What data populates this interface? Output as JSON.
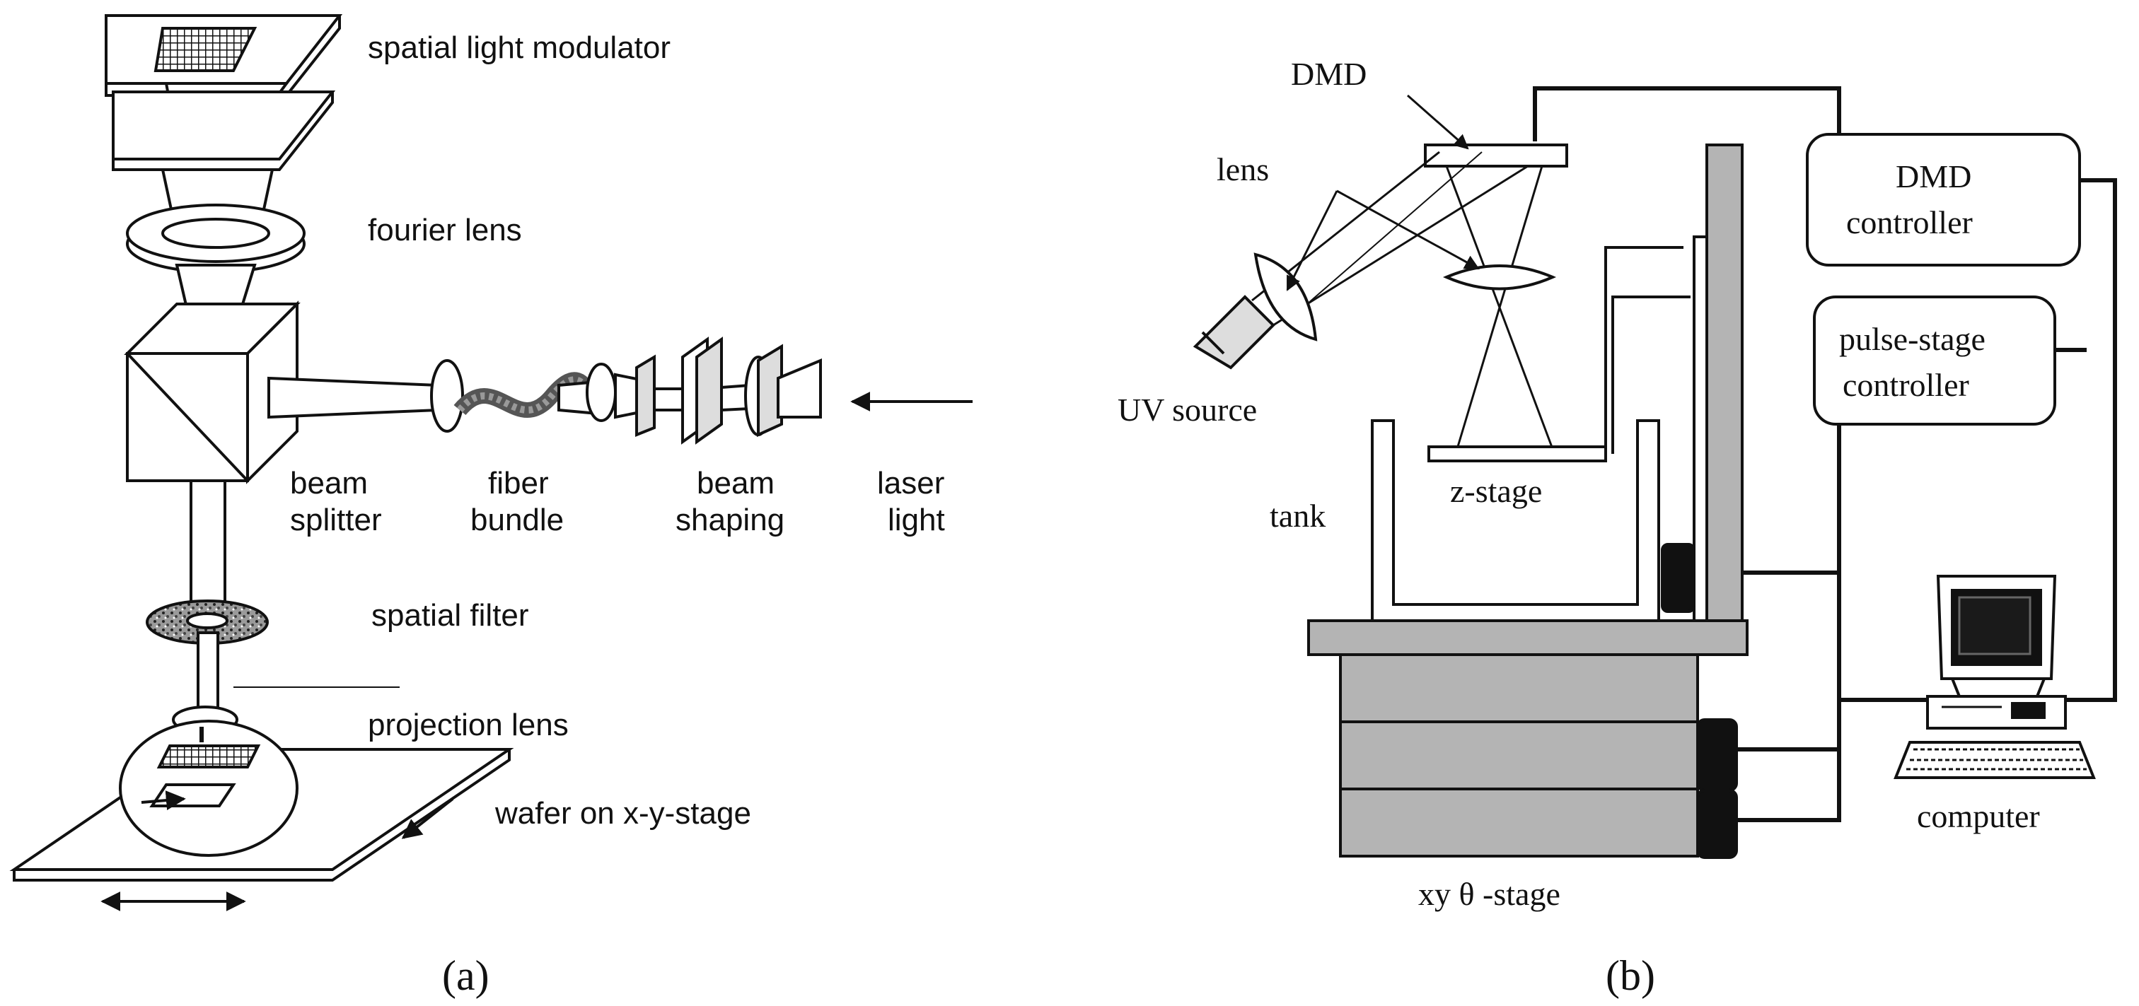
{
  "panel_a": {
    "caption": "(a)",
    "labels": {
      "spatial_light_modulator": "spatial light modulator",
      "fourier_lens": "fourier lens",
      "beam_splitter_1": "beam",
      "beam_splitter_2": "splitter",
      "fiber_bundle_1": "fiber",
      "fiber_bundle_2": "bundle",
      "beam_shaping_1": "beam",
      "beam_shaping_2": "shaping",
      "laser_light_1": "laser",
      "laser_light_2": "light",
      "spatial_filter": "spatial filter",
      "projection_lens": "projection lens",
      "wafer_stage": "wafer on x-y-stage"
    }
  },
  "panel_b": {
    "caption": "(b)",
    "labels": {
      "dmd": "DMD",
      "lens": "lens",
      "uv_source": "UV source",
      "z_stage": "z-stage",
      "tank": "tank",
      "xy_stage": "xy θ -stage",
      "dmd_controller_1": "DMD",
      "dmd_controller_2": "controller",
      "pulse_controller_1": "pulse-stage",
      "pulse_controller_2": "controller",
      "computer": "computer"
    }
  },
  "colors": {
    "stage_gray": "#b4b4b4",
    "line": "#111111",
    "fiber": "#555555"
  }
}
